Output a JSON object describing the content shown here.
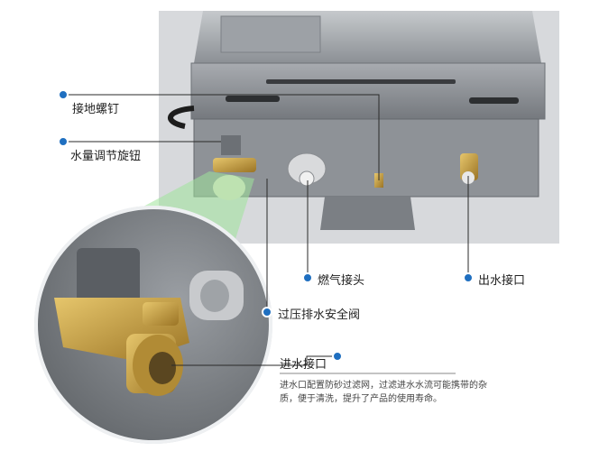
{
  "callouts": {
    "ground_screw": "接地螺钉",
    "flow_knob": "水量调节旋钮",
    "gas_inlet": "燃气接头",
    "water_outlet": "出水接口",
    "relief_valve": "过压排水安全阀",
    "water_inlet": "进水接口"
  },
  "note": "进水口配置防砂过滤网，过滤进水水流可能携带的杂质，便于清洗，提升了产品的使用寿命。",
  "colors": {
    "dot": "#1f6fc0",
    "leader": "#2a2a2a",
    "body_metal": "#a9acb0",
    "brass": "#c9a349",
    "highlight_green": "#9fe39b"
  }
}
